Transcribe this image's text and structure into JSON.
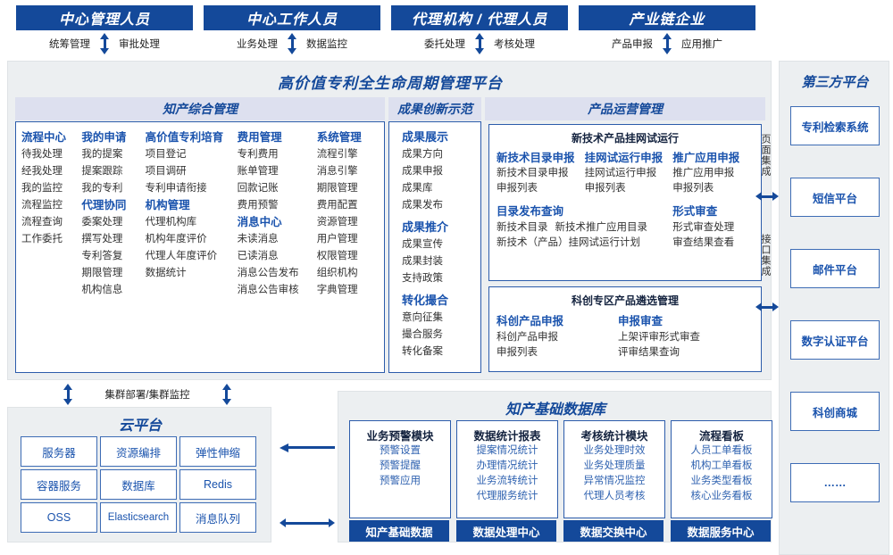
{
  "roles": [
    {
      "title": "中心管理人员",
      "left": "统筹管理",
      "right": "审批处理"
    },
    {
      "title": "中心工作人员",
      "left": "业务处理",
      "right": "数据监控"
    },
    {
      "title": "代理机构 / 代理人员",
      "left": "委托处理",
      "right": "考核处理"
    },
    {
      "title": "产业链企业",
      "left": "产品申报",
      "right": "应用推广"
    }
  ],
  "platform": {
    "title": "高价值专利全生命周期管理平台",
    "panels": {
      "ip": {
        "header": "知产综合管理",
        "columns": [
          {
            "groups": [
              {
                "title": "流程中心",
                "items": [
                  "待我处理",
                  "经我处理",
                  "我的监控",
                  "流程监控",
                  "流程查询",
                  "工作委托"
                ]
              }
            ]
          },
          {
            "groups": [
              {
                "title": "我的申请",
                "items": [
                  "我的提案",
                  "提案跟踪",
                  "我的专利"
                ]
              },
              {
                "title": "代理协同",
                "items": [
                  "委案处理",
                  "撰写处理",
                  "专利答复",
                  "期限管理",
                  "机构信息"
                ]
              }
            ]
          },
          {
            "groups": [
              {
                "title": "高价值专利培育",
                "items": [
                  "项目登记",
                  "项目调研",
                  "专利申请衔接"
                ]
              },
              {
                "title": "机构管理",
                "items": [
                  "代理机构库",
                  "机构年度评价",
                  "代理人年度评价",
                  "数据统计"
                ]
              }
            ]
          },
          {
            "groups": [
              {
                "title": "费用管理",
                "items": [
                  "专利费用",
                  "账单管理",
                  "回款记账",
                  "费用预警"
                ]
              },
              {
                "title": "消息中心",
                "items": [
                  "未读消息",
                  "已读消息",
                  "消息公告发布",
                  "消息公告审核"
                ]
              }
            ]
          },
          {
            "groups": [
              {
                "title": "系统管理",
                "items": [
                  "流程引擎",
                  "消息引擎",
                  "期限管理",
                  "费用配置",
                  "资源管理",
                  "用户管理",
                  "权限管理",
                  "组织机构",
                  "字典管理"
                ]
              }
            ]
          }
        ]
      },
      "achv": {
        "header": "成果创新示范",
        "groups": [
          {
            "title": "成果展示",
            "items": [
              "成果方向",
              "成果申报",
              "成果库",
              "成果发布"
            ]
          },
          {
            "title": "成果推介",
            "items": [
              "成果宣传",
              "成果封装",
              "支持政策"
            ]
          },
          {
            "title": "转化撮合",
            "items": [
              "意向征集",
              "撮合服务",
              "转化备案"
            ]
          }
        ]
      },
      "ops": {
        "header": "产品运营管理",
        "box1": {
          "title": "新技术产品挂网试运行",
          "row1": [
            {
              "title": "新技术目录申报",
              "items": [
                "新技术目录申报",
                "申报列表"
              ]
            },
            {
              "title": "挂网试运行申报",
              "items": [
                "挂网试运行申报",
                "申报列表"
              ]
            },
            {
              "title": "推广应用申报",
              "items": [
                "推广应用申报",
                "申报列表"
              ]
            }
          ],
          "row2_left_title": "目录发布查询",
          "row2_left_items": [
            "新技术目录",
            "新技术推广应用目录",
            "新技术（产品）挂网试运行计划"
          ],
          "row2_right_title": "形式审查",
          "row2_right_items": [
            "形式审查处理",
            "审查结果查看"
          ]
        },
        "box2": {
          "title": "科创专区产品遴选管理",
          "cols": [
            {
              "title": "科创产品申报",
              "items": [
                "科创产品申报",
                "申报列表"
              ]
            },
            {
              "title": "申报审查",
              "items": [
                "上架评审形式审查",
                "评审结果查询"
              ]
            }
          ]
        }
      }
    }
  },
  "integration": {
    "page": "页面集成",
    "api": "接口集成"
  },
  "third_party": {
    "title": "第三方平台",
    "items": [
      "专利检索系统",
      "短信平台",
      "邮件平台",
      "数字认证平台",
      "科创商城",
      "……"
    ]
  },
  "cloud": {
    "cluster_label": "集群部署/集群监控",
    "title": "云平台",
    "cells": [
      "服务器",
      "资源编排",
      "弹性伸缩",
      "容器服务",
      "数据库",
      "Redis",
      "OSS",
      "Elasticsearch",
      "消息队列"
    ]
  },
  "database": {
    "title": "知产基础数据库",
    "cards": [
      {
        "header": "业务预警模块",
        "items": [
          "预警设置",
          "预警提醒",
          "预警应用"
        ],
        "foot": "知产基础数据"
      },
      {
        "header": "数据统计报表",
        "items": [
          "提案情况统计",
          "办理情况统计",
          "业务流转统计",
          "代理服务统计"
        ],
        "foot": "数据处理中心"
      },
      {
        "header": "考核统计模块",
        "items": [
          "业务处理时效",
          "业务处理质量",
          "异常情况监控",
          "代理人员考核"
        ],
        "foot": "数据交换中心"
      },
      {
        "header": "流程看板",
        "items": [
          "人员工单看板",
          "机构工单看板",
          "业务类型看板",
          "核心业务看板"
        ],
        "foot": "数据服务中心"
      }
    ]
  },
  "colors": {
    "brand_blue": "#14499a",
    "panel_head": "#dde0ef",
    "surface": "#eceff1",
    "link_blue": "#1a53ad"
  }
}
